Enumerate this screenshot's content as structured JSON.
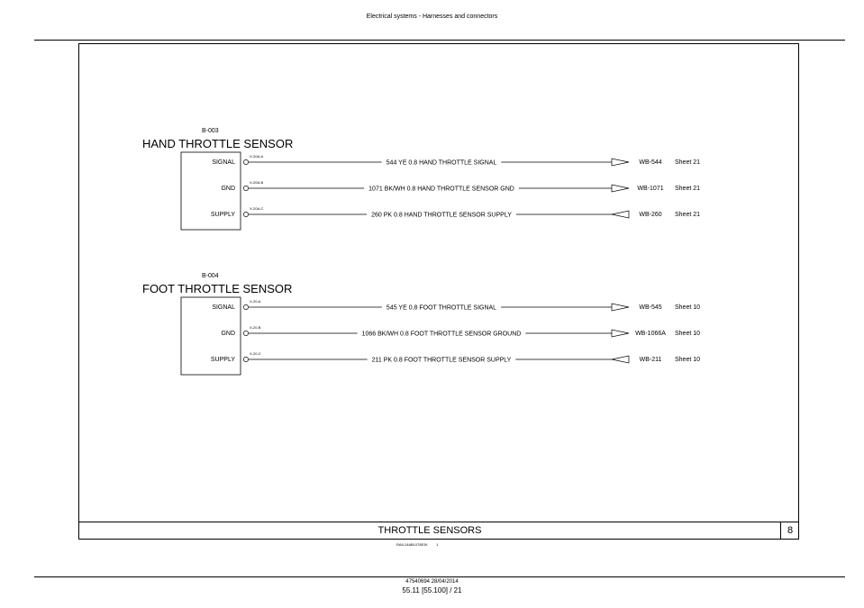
{
  "header": {
    "title": "Electrical systems - Harnesses and connectors"
  },
  "sensors": [
    {
      "id": "B-003",
      "name": "HAND THROTTLE SENSOR",
      "pins": [
        {
          "label": "SIGNAL",
          "connector": "X-20A-A",
          "wire": "544 YE 0.8 HAND THROTTLE SIGNAL",
          "dest": "WB-544",
          "sheet": "Sheet 21",
          "direction": "out"
        },
        {
          "label": "GND",
          "connector": "X-20A-B",
          "wire": "1071 BK/WH 0.8 HAND THROTTLE SENSOR GND",
          "dest": "WB-1071",
          "sheet": "Sheet 21",
          "direction": "out"
        },
        {
          "label": "SUPPLY",
          "connector": "X-20A-C",
          "wire": "260 PK 0.8 HAND THROTTLE SENSOR SUPPLY",
          "dest": "WB-260",
          "sheet": "Sheet 21",
          "direction": "in"
        }
      ]
    },
    {
      "id": "B-004",
      "name": "FOOT THROTTLE SENSOR",
      "pins": [
        {
          "label": "SIGNAL",
          "connector": "X-20-A",
          "wire": "545 YE 0.8 FOOT THROTTLE SIGNAL",
          "dest": "WB-545",
          "sheet": "Sheet 10",
          "direction": "out"
        },
        {
          "label": "GND",
          "connector": "X-20-B",
          "wire": "1066 BK/WH 0.8 FOOT THROTTLE SENSOR GROUND",
          "dest": "WB-1066A",
          "sheet": "Sheet 10",
          "direction": "out"
        },
        {
          "label": "SUPPLY",
          "connector": "X-20-C",
          "wire": "211 PK 0.8 FOOT THROTTLE SENSOR SUPPLY",
          "dest": "WB-211",
          "sheet": "Sheet 10",
          "direction": "in"
        }
      ]
    }
  ],
  "title_block": {
    "title": "THROTTLE SENSORS",
    "sheet": "8",
    "drawing_ref": "RAIL14ABL078EJK",
    "revision": "1"
  },
  "footer": {
    "doc": "47540694 28/04/2014",
    "page": "55.11 [55.100] / 21"
  }
}
